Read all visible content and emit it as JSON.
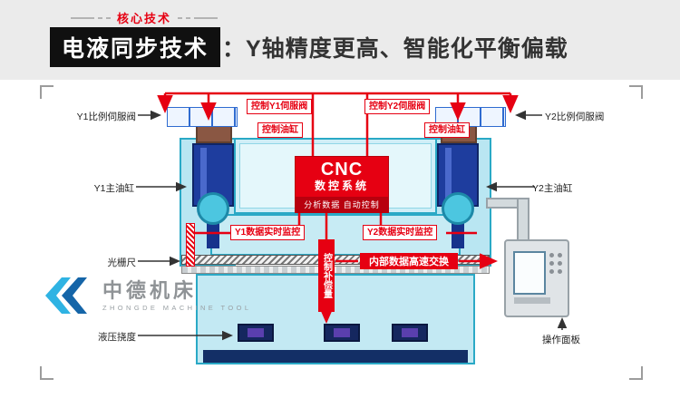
{
  "header": {
    "tagline": "核心技术",
    "title_highlight": "电液同步技术",
    "title_rest": "：Y轴精度更高、智能化平衡偏载"
  },
  "cnc": {
    "title": "CNC",
    "subtitle": "数控系统",
    "caption": "分析数据 自动控制"
  },
  "control_boxes": {
    "ctrl_y1_valve": "控制Y1伺服阀",
    "ctrl_y2_valve": "控制Y2伺服阀",
    "ctrl_cylinder": "控制油缸",
    "y1_monitor": "Y1数据实时监控",
    "y2_monitor": "Y2数据实时监控",
    "compensation": "控制补偿量",
    "exchange": "内部数据高速交换"
  },
  "part_labels": {
    "y1_prop_valve": "Y1比例伺服阀",
    "y2_prop_valve": "Y2比例伺服阀",
    "y1_cylinder": "Y1主油缸",
    "y2_cylinder": "Y2主油缸",
    "grating_ruler": "光栅尺",
    "hydraulic_deflection": "液压挠度",
    "operation_panel": "操作面板"
  },
  "logo": {
    "name": "中德机床",
    "subtitle": "ZHONGDE MACHINE TOOL"
  },
  "colors": {
    "accent_red": "#e60012",
    "machine_cyan": "#cfeef7",
    "machine_outline": "#2aa9c6",
    "cylinder_blue": "#1e3d9e",
    "manifold_brown": "#8a5743",
    "logo_blue": "#1565a8",
    "logo_cyan": "#2fb3e3"
  }
}
